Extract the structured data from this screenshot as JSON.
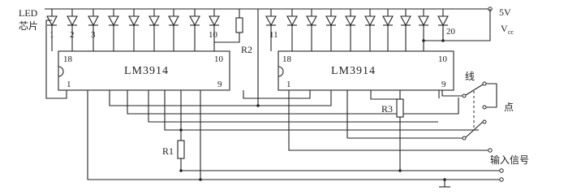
{
  "labels": {
    "led_chip_line1": "LED",
    "led_chip_line2": "芯片",
    "supply_voltage": "5V",
    "supply_vcc": "V",
    "supply_vcc_sub": "cc",
    "ic_left": "LM3914",
    "ic_right": "LM3914",
    "r1": "R1",
    "r2": "R2",
    "r3": "R3",
    "mode_line": "线",
    "mode_dot": "点",
    "input_signal": "输入信号"
  },
  "led_numbers": {
    "d1": "1",
    "d2": "2",
    "d3": "3",
    "d10": "10",
    "d11": "11",
    "d20": "20"
  },
  "pins_left": {
    "p18": "18",
    "p10": "10",
    "p1": "1",
    "p9": "9"
  },
  "pins_right": {
    "p18": "18",
    "p10": "10",
    "p1": "1",
    "p9": "9"
  }
}
